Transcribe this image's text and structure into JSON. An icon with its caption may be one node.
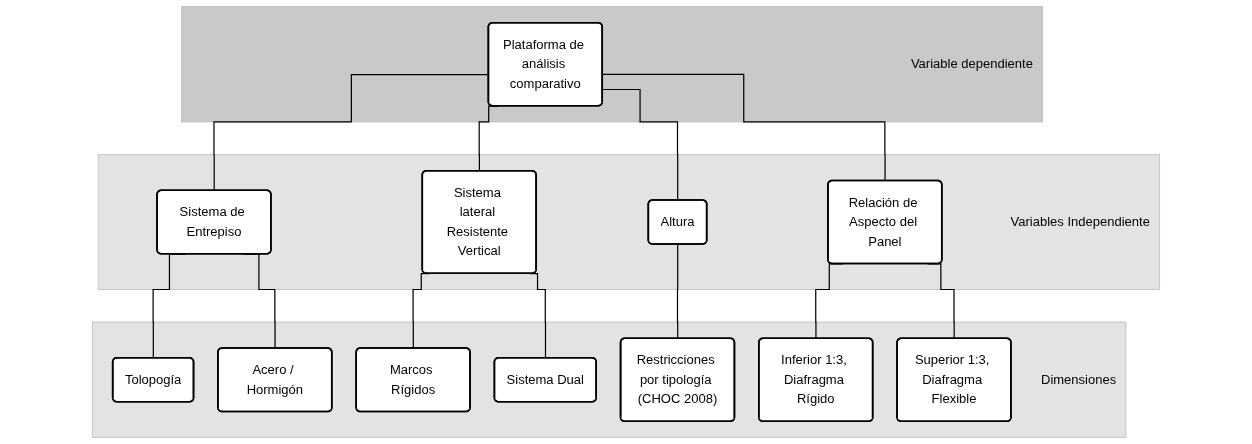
{
  "diagram": {
    "nodes": [
      {
        "text": [
          "Variable dependiente"
        ]
      },
      {
        "text": [
          "Plataforma de análisis comparativo"
        ],
        "in": 0
      },
      {
        "text": [
          "Variables Independiente"
        ]
      },
      {
        "text": [
          "Sistema de Entrepiso"
        ],
        "in": 2
      },
      {
        "text": [
          "Sistema lateral Resistente Vertical"
        ],
        "in": 2
      },
      {
        "text": [
          "Altura"
        ],
        "in": 2
      },
      {
        "text": [
          "Relación de Aspecto del Panel"
        ],
        "in": 2
      },
      {
        "text": [
          "Dimensiones"
        ]
      },
      {
        "text": [
          "Tolopogía"
        ],
        "in": 7
      },
      {
        "text": [
          "Acero / Hormigón"
        ],
        "in": 7
      },
      {
        "text": [
          "Marcos Rígidos"
        ],
        "in": 7
      },
      {
        "text": [
          "Sistema Dual"
        ],
        "in": 7
      },
      {
        "text": [
          "Restricciones por tipología (CHOC 2008)"
        ],
        "in": 7
      },
      {
        "text": [
          "Inferior 1:3, Diafragma Rígido"
        ],
        "in": 7
      },
      {
        "text": [
          "Superior 1:3, Diafragma Flexible"
        ],
        "in": 7
      }
    ],
    "edges": [
      {
        "from": 1,
        "to": 3,
        "arrow": "none"
      },
      {
        "from": 1,
        "to": 4,
        "arrow": "none"
      },
      {
        "from": 1,
        "to": 5,
        "arrow": "none"
      },
      {
        "from": 1,
        "to": 6,
        "arrow": "none"
      },
      {
        "from": 3,
        "to": 8,
        "arrow": "none"
      },
      {
        "from": 3,
        "to": 9,
        "arrow": "none"
      },
      {
        "from": 4,
        "to": 10,
        "arrow": "none"
      },
      {
        "from": 4,
        "to": 11,
        "arrow": "none"
      },
      {
        "from": 5,
        "to": 12,
        "arrow": "none"
      },
      {
        "from": 6,
        "to": 13,
        "arrow": "none"
      },
      {
        "from": 6,
        "to": 14,
        "arrow": "none"
      }
    ]
  }
}
